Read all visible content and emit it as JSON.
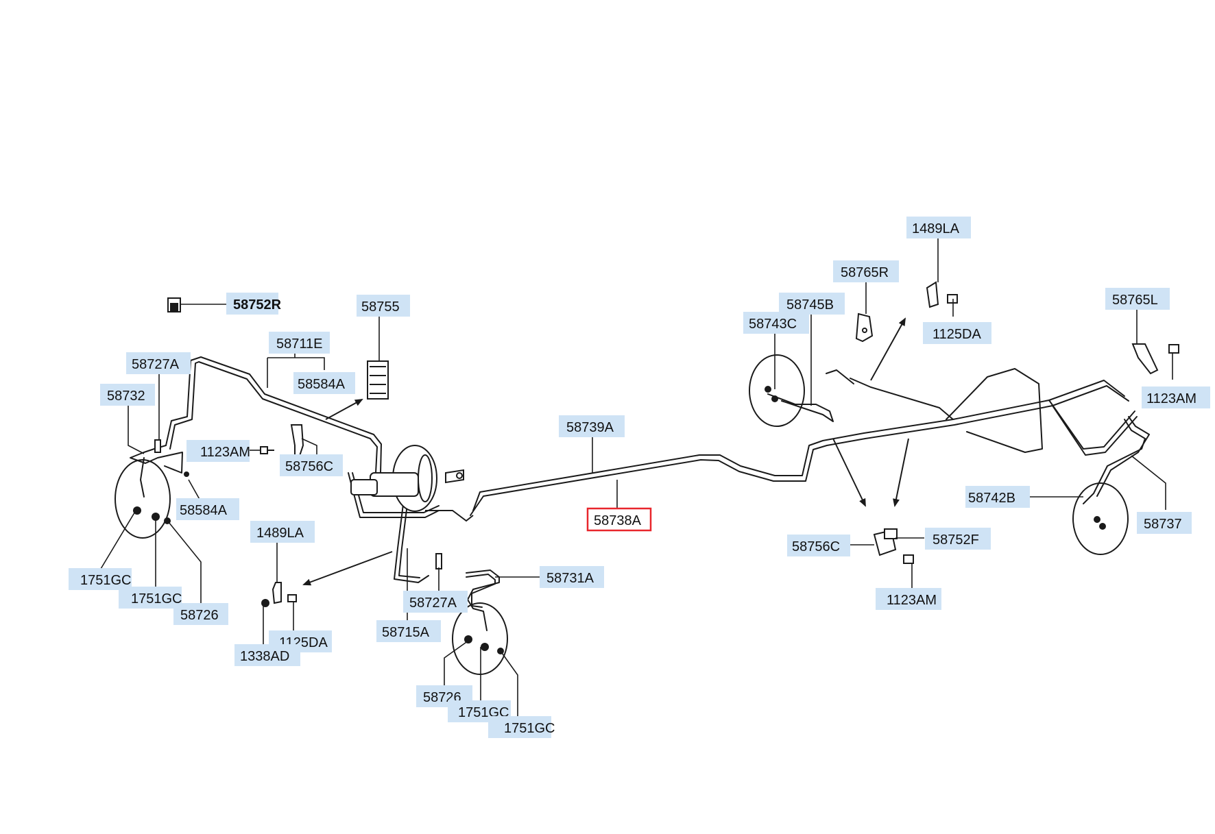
{
  "diagram": {
    "colors": {
      "label_fill": "#cfe3f5",
      "selected_border": "#e8262c",
      "line": "#1a1a1a"
    },
    "selected_part": "58738A",
    "labels": {
      "p58752R": "58752R",
      "p58755": "58755",
      "p58711E": "58711E",
      "p58584A_top": "58584A",
      "p58727A_left": "58727A",
      "p58732": "58732",
      "p1123AM_left": "1123AM",
      "p58756C_left": "58756C",
      "p58584A_mid": "58584A",
      "p1751GC_a": "1751GC",
      "p1751GC_b": "1751GC",
      "p58726_left": "58726",
      "p1489LA_left": "1489LA",
      "p1125DA_left": "1125DA",
      "p1338AD": "1338AD",
      "p58739A": "58739A",
      "p58738A": "58738A",
      "p58731A": "58731A",
      "p58727A_mid": "58727A",
      "p58715A": "58715A",
      "p58726_mid": "58726",
      "p1751GC_c": "1751GC",
      "p1751GC_d": "1751GC",
      "p58765R": "58765R",
      "p1489LA_right": "1489LA",
      "p58745B": "58745B",
      "p58743C": "58743C",
      "p1125DA_right": "1125DA",
      "p58765L": "58765L",
      "p1123AM_right": "1123AM",
      "p58742B": "58742B",
      "p58737": "58737",
      "p58756C_right": "58756C",
      "p58752F": "58752F",
      "p1123AM_bottom": "1123AM"
    }
  }
}
